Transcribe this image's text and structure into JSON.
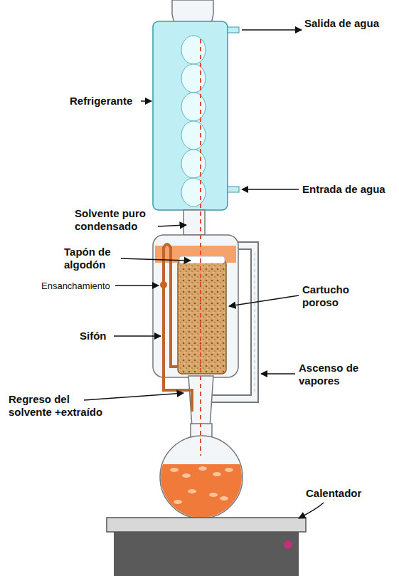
{
  "diagram": {
    "labels": [
      "Salida de agua",
      "Refrigerante",
      "Entrada de agua",
      "Solvente puro condensado",
      "Tapón de algodón",
      "Ensanchamiento",
      "Sifón",
      "Cartucho poroso",
      "Ascenso de vapores",
      "Regreso del solvente +extraído",
      "Calentador"
    ]
  }
}
